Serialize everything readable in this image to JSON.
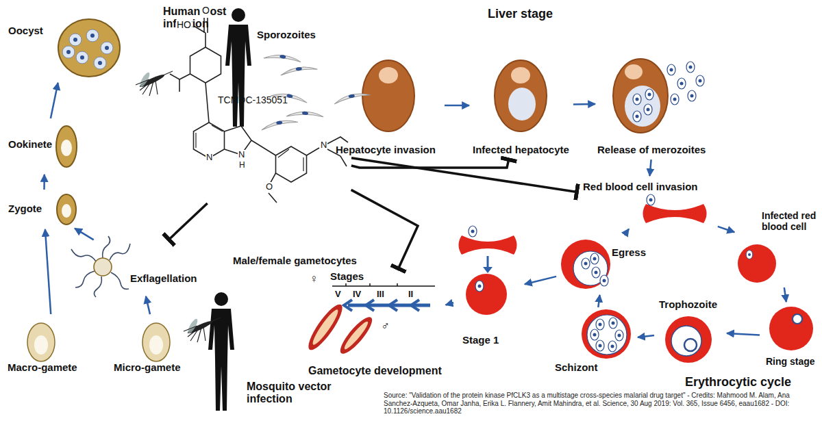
{
  "diagram": {
    "caption": "Source: \"Validation of the protein kinase PfCLK3 as a multistage cross-species malarial drug target\" - Credits: Mahmood M. Alam, Ana Sanchez-Azqueta, Omar Janha, Erika L. Flannery, Amit Mahindra, et al. Science, 30 Aug 2019: Vol. 365, Issue 6456, eaau1682 - DOI: 10.1126/science.aau1682",
    "nodes": [
      {
        "text": [
          "Oocyst"
        ]
      },
      {
        "text": [
          "Ookinete"
        ]
      },
      {
        "text": [
          "Zygote"
        ]
      },
      {
        "text": [
          "Exflagellation"
        ]
      },
      {
        "text": [
          "Macro-gamete"
        ]
      },
      {
        "text": [
          "Micro-gamete"
        ]
      },
      {
        "text": [
          "TCMDC-135051"
        ]
      },
      {
        "text": [
          "Hepatocyte invasion"
        ]
      },
      {
        "text": [
          "Infected hepatocyte"
        ]
      },
      {
        "text": [
          "Release of merozoites"
        ]
      },
      {
        "text": [
          "Red blood cell invasion"
        ]
      },
      {
        "text": [
          "Infected red blood cell"
        ]
      },
      {
        "text": [
          "Ring stage"
        ]
      },
      {
        "text": [
          "Trophozoite"
        ]
      },
      {
        "text": [
          "Schizont"
        ]
      },
      {
        "text": [
          "Egress"
        ]
      },
      {
        "text": [
          "Stage 1"
        ]
      },
      {
        "text": [
          "Stages",
          "Gametocyte development"
        ]
      }
    ],
    "edges": [
      {
        "from": 1,
        "to": 0,
        "arrow": "to"
      },
      {
        "from": 2,
        "to": 1,
        "arrow": "to"
      },
      {
        "from": 3,
        "to": 2,
        "arrow": "to"
      },
      {
        "from": 4,
        "to": 2,
        "arrow": "to"
      },
      {
        "from": 5,
        "to": 3,
        "arrow": "to"
      },
      {
        "from": 7,
        "to": 8,
        "arrow": "to"
      },
      {
        "from": 8,
        "to": 9,
        "arrow": "to"
      },
      {
        "from": 9,
        "to": 10,
        "arrow": "to"
      },
      {
        "from": 10,
        "to": 11,
        "arrow": "to"
      },
      {
        "from": 11,
        "to": 12,
        "arrow": "to"
      },
      {
        "from": 12,
        "to": 13,
        "arrow": "to"
      },
      {
        "from": 13,
        "to": 14,
        "arrow": "to"
      },
      {
        "from": 14,
        "to": 15,
        "arrow": "to"
      },
      {
        "from": 15,
        "to": 10,
        "arrow": "to"
      },
      {
        "from": 15,
        "to": 16,
        "arrow": "to"
      },
      {
        "from": 16,
        "to": 17,
        "arrow": "to"
      },
      {
        "from": 6,
        "to": 3,
        "arrow": "to"
      },
      {
        "from": 6,
        "to": 8,
        "arrow": "to"
      },
      {
        "from": 6,
        "to": 10,
        "arrow": "to"
      },
      {
        "from": 6,
        "to": 17,
        "arrow": "to"
      }
    ],
    "labels": [
      "Human host infection",
      "Sporozoites",
      "Liver stage",
      "HO",
      "O",
      "N",
      "N",
      "H",
      "O",
      "N",
      "Male/female gametocytes",
      "V",
      "IV",
      "III",
      "II",
      "♀",
      "♂",
      "Mosquito vector infection",
      "Erythrocytic cycle"
    ]
  }
}
